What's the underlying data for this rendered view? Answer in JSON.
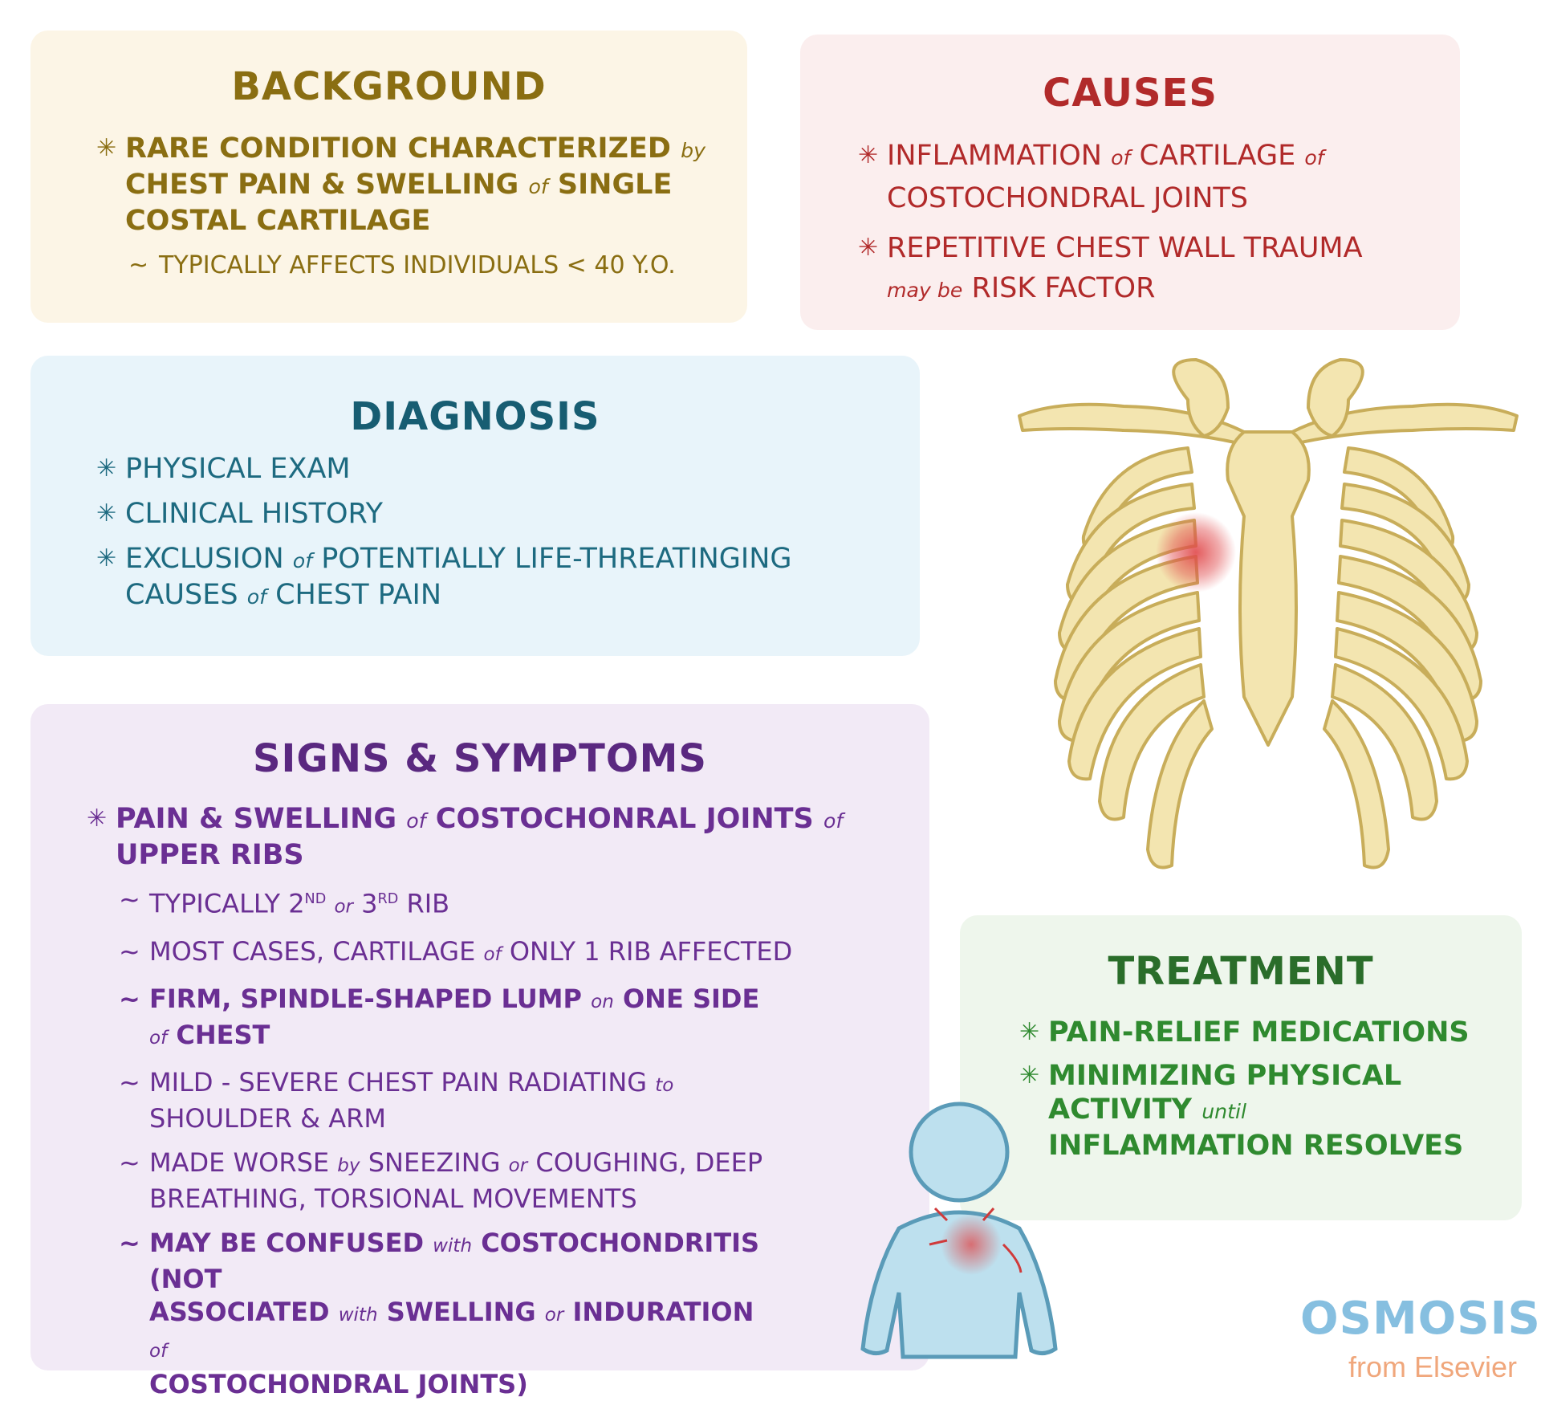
{
  "background": {
    "title": "BACKGROUND",
    "b1_a": "RARE CONDITION CHARACTERIZED",
    "b1_by": "by",
    "b1_b": "CHEST PAIN & SWELLING",
    "b1_of": "of",
    "b1_c": "SINGLE",
    "b1_d": "COSTAL CARTILAGE",
    "s1": "TYPICALLY AFFECTS INDIVIDUALS < 40 Y.O."
  },
  "causes": {
    "title": "CAUSES",
    "b1_a": "INFLAMMATION",
    "b1_of": "of",
    "b1_b": "CARTILAGE",
    "b1_of2": "of",
    "b1_c": "COSTOCHONDRAL JOINTS",
    "b2_a": "REPETITIVE CHEST WALL TRAUMA",
    "b2_may": "may be",
    "b2_b": "RISK FACTOR"
  },
  "diagnosis": {
    "title": "DIAGNOSIS",
    "b1": "PHYSICAL EXAM",
    "b2": "CLINICAL HISTORY",
    "b3_a": "EXCLUSION",
    "b3_of": "of",
    "b3_b": "POTENTIALLY LIFE-THREATINGING",
    "b3_c": "CAUSES",
    "b3_of2": "of",
    "b3_d": "CHEST PAIN"
  },
  "signs": {
    "title": "SIGNS & SYMPTOMS",
    "b1_a": "PAIN & SWELLING",
    "b1_of": "of",
    "b1_b": "COSTOCHONRAL JOINTS",
    "b1_of2": "of",
    "b1_c": "UPPER RIBS",
    "s1_a": "TYPICALLY 2",
    "s1_nd": "ND",
    "s1_or": "or",
    "s1_b": "3",
    "s1_rd": "RD",
    "s1_c": "RIB",
    "s2_a": "MOST CASES, CARTILAGE",
    "s2_of": "of",
    "s2_b": "ONLY 1 RIB AFFECTED",
    "s3_a": "FIRM, SPINDLE-SHAPED LUMP",
    "s3_on": "on",
    "s3_b": "ONE SIDE",
    "s3_of": "of",
    "s3_c": "CHEST",
    "s4_a": "MILD - SEVERE CHEST PAIN RADIATING",
    "s4_to": "to",
    "s4_b": "SHOULDER & ARM",
    "s5_a": "MADE WORSE",
    "s5_by": "by",
    "s5_b": "SNEEZING",
    "s5_or": "or",
    "s5_c": "COUGHING, DEEP",
    "s5_d": "BREATHING, TORSIONAL MOVEMENTS",
    "s6_a": "MAY BE CONFUSED",
    "s6_with": "with",
    "s6_b": "COSTOCHONDRITIS (NOT",
    "s6_c": "ASSOCIATED",
    "s6_with2": "with",
    "s6_d": "SWELLING",
    "s6_or": "or",
    "s6_e": "INDURATION",
    "s6_of": "of",
    "s6_f": "COSTOCHONDRAL JOINTS)"
  },
  "treatment": {
    "title": "TREATMENT",
    "b1": "PAIN-RELIEF MEDICATIONS",
    "b2_a": "MINIMIZING PHYSICAL",
    "b2_b": "ACTIVITY",
    "b2_until": "until",
    "b2_c": "INFLAMMATION RESOLVES"
  },
  "marks": {
    "star": "✳",
    "tilde": "~"
  },
  "logo": {
    "name": "OSMOSIS",
    "sub": "from Elsevier"
  },
  "colors": {
    "background_card": "#fcf5e6",
    "causes_card": "#fbeeee",
    "diagnosis_card": "#e8f4fa",
    "signs_card": "#f2eaf6",
    "treatment_card": "#eef6ec",
    "bone": "#f3e5b0",
    "inflammation": "#e0484a"
  },
  "icons": [
    "ribcage-illustration",
    "person-chest-pain-illustration",
    "osmosis-logo"
  ]
}
